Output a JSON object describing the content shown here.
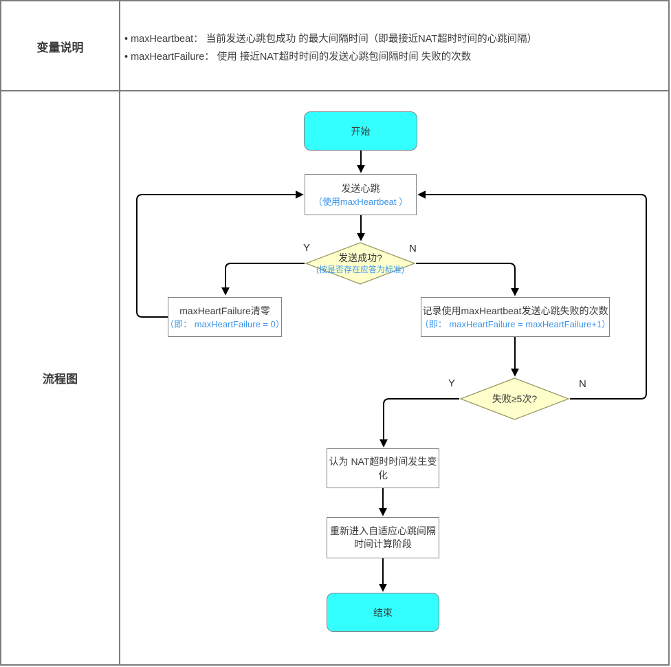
{
  "colors": {
    "terminal_fill": "#33ffff",
    "decision_fill": "#ffffcc",
    "decision_border": "#999966",
    "process_border": "#828282",
    "grid_border": "#7c7c7c",
    "annotation_blue": "#3e96ec",
    "flow_line": "#000000"
  },
  "sections": {
    "variables": {
      "label": "变量说明",
      "notes": [
        "• maxHeartbeat： 当前发送心跳包成功 的最大间隔时间（即最接近NAT超时时间的心跳间隔）",
        "• maxHeartFailure： 使用 接近NAT超时时间的发送心跳包间隔时间 失败的次数"
      ]
    },
    "flowchart": {
      "label": "流程图"
    }
  },
  "flowchart": {
    "nodes": {
      "start": {
        "label": "开始"
      },
      "send": {
        "label": "发送心跳",
        "sub": "（使用maxHeartbeat ）"
      },
      "decision_success": {
        "label": "发送成功?",
        "sub": "(按是否存在应答为标准)"
      },
      "reset": {
        "label": "maxHeartFailure清零",
        "sub": "（即： maxHeartFailure = 0）"
      },
      "record": {
        "label": "记录使用maxHeartbeat发送心跳失败的次数",
        "sub": "（即： maxHeartFailure = maxHeartFailure+1）"
      },
      "decision_failcount": {
        "label": "失败≥5次?"
      },
      "assume": {
        "label": "认为 NAT超时时间发生变化"
      },
      "recalc": {
        "label": "重新进入自适应心跳间隔时间计算阶段"
      },
      "end": {
        "label": "结束"
      }
    },
    "branch_labels": {
      "d1_yes": "Y",
      "d1_no": "N",
      "d2_yes": "Y",
      "d2_no": "N"
    }
  }
}
